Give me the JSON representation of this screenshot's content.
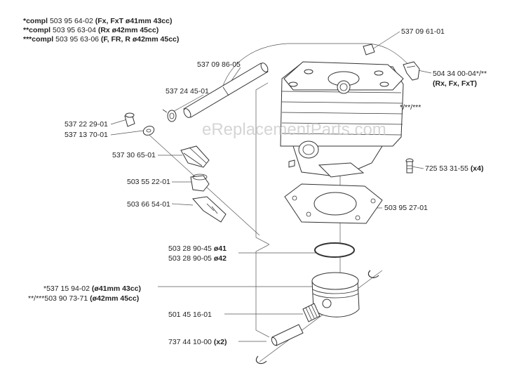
{
  "header": {
    "lines": [
      {
        "prefix": "*compl",
        "number": "503 95 64-02",
        "spec": "(Fx, FxT ø41mm 43cc)"
      },
      {
        "prefix": "**compl",
        "number": "503 95 63-04",
        "spec": "(Rx ø42mm 45cc)"
      },
      {
        "prefix": "***compl",
        "number": "503 95 63-06",
        "spec": "(F, FR, R ø42mm 45cc)"
      }
    ]
  },
  "watermark": "eReplacementParts.com",
  "parts": {
    "p1": {
      "number": "537 09 61-01"
    },
    "p2": {
      "number": "504 34 00-04*/**",
      "spec": "(Rx, Fx, FxT)"
    },
    "p3": {
      "number": "537 09 86-05"
    },
    "p4": {
      "number": "537 24 45-01"
    },
    "p5": {
      "number": "*/**/***"
    },
    "p6": {
      "number": "537 22 29-01"
    },
    "p7": {
      "number": "537 13 70-01"
    },
    "p8": {
      "number": "537 30 65-01"
    },
    "p9": {
      "number": "725 53 31-55",
      "spec": "(x4)"
    },
    "p10": {
      "number": "503 55 22-01"
    },
    "p11": {
      "number": "503 66 54-01"
    },
    "p12": {
      "number": "503 95 27-01"
    },
    "p13": {
      "number": "503 28 90-45",
      "spec": "ø41"
    },
    "p14": {
      "number": "503 28 90-05",
      "spec": "ø42"
    },
    "p15a": {
      "number": "*537 15 94-02",
      "spec": "(ø41mm 43cc)"
    },
    "p15b": {
      "number": "**/***503 90 73-71",
      "spec": "(ø42mm 45cc)"
    },
    "p16": {
      "number": "501 45 16-01"
    },
    "p17": {
      "number": "737 44 10-00",
      "spec": "(x2)"
    }
  }
}
